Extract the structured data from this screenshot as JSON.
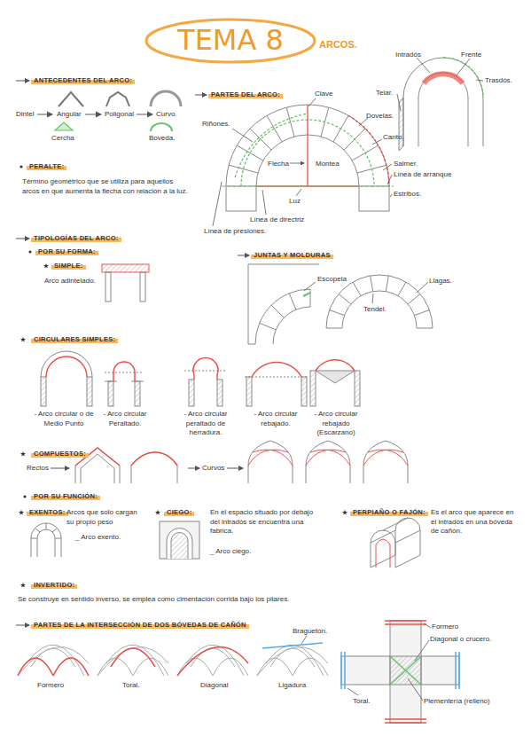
{
  "diagram": {
    "title": "TEMA 8",
    "nodes": [
      {
        "text": [
          "ANTECEDENTES DEL ARCO:"
        ]
      },
      {
        "text": [
          "PARTES DEL ARCO:"
        ]
      },
      {
        "text": [
          "PERALTE:"
        ]
      },
      {
        "text": [
          "TIPOLOGÍAS DEL ARCO:"
        ]
      },
      {
        "text": [
          "POR SU FORMA:"
        ]
      },
      {
        "text": [
          "SIMPLE:"
        ]
      },
      {
        "text": [
          "JUNTAS Y MOLDURAS"
        ]
      },
      {
        "text": [
          "CIRCULARES SIMPLES:"
        ]
      },
      {
        "text": [
          "COMPUESTOS:"
        ]
      },
      {
        "text": [
          "POR SU FUNCIÓN:"
        ]
      },
      {
        "text": [
          "EXENTOS:"
        ]
      },
      {
        "text": [
          "CIEGO:"
        ]
      },
      {
        "text": [
          "PERPIAÑO O FAJÓN:"
        ]
      },
      {
        "text": [
          "INVERTIDO:"
        ]
      },
      {
        "text": [
          "PARTES DE LA INTERSECCIÓN DE DOS BÓVEDAS DE CAÑÓN"
        ]
      }
    ],
    "labels": [
      "ARCOS.",
      "Intradós",
      "Frente",
      "Trasdós.",
      "Telar.",
      "Dintel",
      "Angular",
      "Poligonal",
      "Curvo.",
      "Cercha",
      "Boveda.",
      "Clave",
      "Riñones.",
      "Dovelas.",
      "Canto.",
      "Flecha",
      "Montea",
      "Salmer.",
      "Línea de arranque",
      "Estribos.",
      "Luz",
      "Línea de directriz",
      "Línea de presiones.",
      "Término geométrico que se utiliza para aquellos arcos en que aumenta la flecha con relación a la luz.",
      "Arco adintelado.",
      "Escopela",
      "Llagas.",
      "Tendel.",
      "- Arco circular o de Medio Punto",
      "- Arco circular Peraltado.",
      "- Arco circular peraltado de herradura.",
      "- Arco circular rebajado.",
      "- Arco circular rebajado (Escarzano)",
      "Rectos",
      "Curvos",
      "Arcos que solo cargan su propio peso",
      "_ Arco exento.",
      "En el espacio situado por debajo del intradós se encuentra una fabrica.",
      "_ Arco ciego.",
      "Es el arco que aparece en el intradós en una bóveda de cañón.",
      "Se construye en sentido inverso, se emplea como cimentación corrida bajo los pilares.",
      "Formero",
      "Toral.",
      "Diagonal",
      "Ligadura",
      "Braguetón.",
      "Formero",
      "Diagonal o crucero.",
      "Toral.",
      "Plementería (relleno)"
    ]
  }
}
